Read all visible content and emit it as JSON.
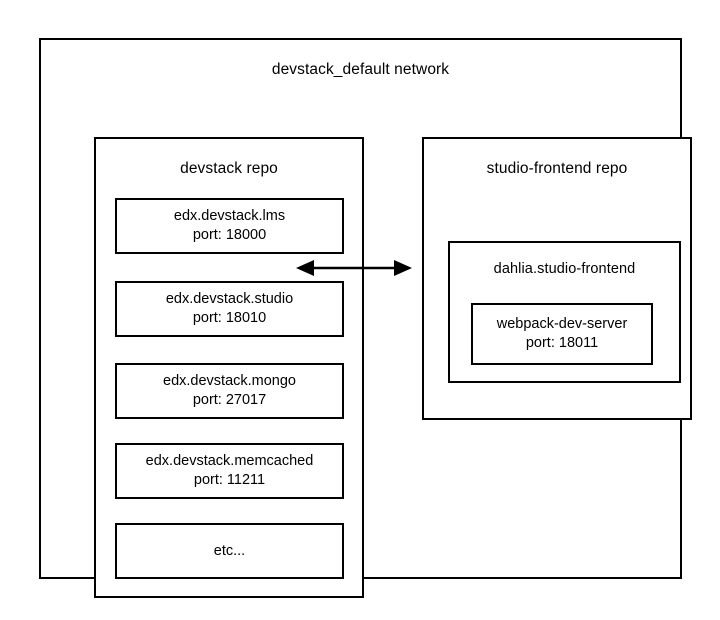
{
  "diagram": {
    "title": "devstack_default network",
    "stroke_color": "#000000",
    "background_color": "#ffffff",
    "repos": [
      {
        "name": "devstack repo",
        "services": [
          {
            "name": "edx.devstack.lms",
            "port": "port: 18000"
          },
          {
            "name": "edx.devstack.studio",
            "port": "port: 18010"
          },
          {
            "name": "edx.devstack.mongo",
            "port": "port: 27017"
          },
          {
            "name": "edx.devstack.memcached",
            "port": "port: 11211"
          },
          {
            "name": "etc...",
            "port": ""
          }
        ]
      },
      {
        "name": "studio-frontend repo",
        "group": {
          "name": "dahlia.studio-frontend",
          "services": [
            {
              "name": "webpack-dev-server",
              "port": "port: 18011"
            }
          ]
        }
      }
    ],
    "connector": {
      "label": "",
      "direction": "bidirectional",
      "from": "edx.devstack.studio",
      "to": "dahlia.studio-frontend"
    }
  }
}
